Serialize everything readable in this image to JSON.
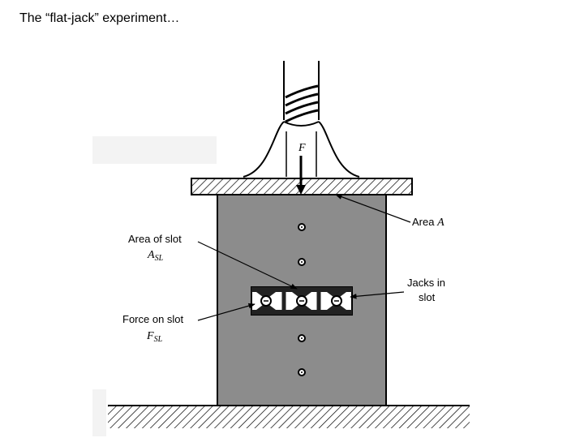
{
  "slide": {
    "title": "The “flat-jack” experiment…"
  },
  "diagram": {
    "force_symbol": "F",
    "area_label": "Area ",
    "area_symbol": "A",
    "slot_area_label": "Area of slot",
    "slot_area_symbol": "A",
    "slot_area_subscript": "SL",
    "slot_force_label": "Force on slot",
    "slot_force_symbol": "F",
    "slot_force_subscript": "SL",
    "jacks_label_line1": "Jacks in",
    "jacks_label_line2": "slot"
  },
  "colors": {
    "specimen_fill": "#8c8c8c",
    "line": "#000000",
    "background": "#ffffff",
    "artifact": "#f2f2f2"
  }
}
